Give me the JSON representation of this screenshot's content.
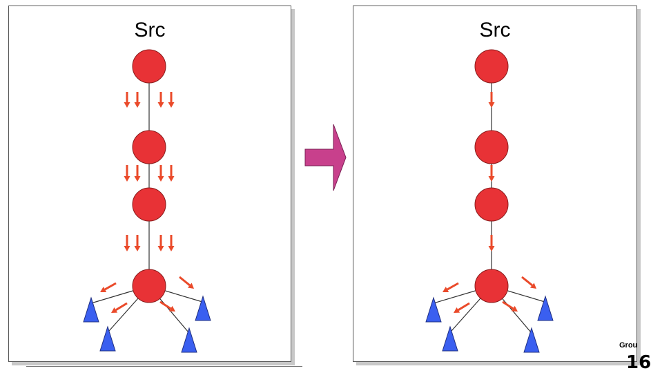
{
  "left_panel": {
    "label": "Src"
  },
  "right_panel": {
    "label": "Src"
  },
  "footer": {
    "group_text": "Grou",
    "page_text": "16"
  },
  "colors": {
    "node_fill": "#e83236",
    "node_stroke": "#8a1c1c",
    "receiver_fill": "#3a5ff0",
    "flow_arrow": "#ea4a2a",
    "transition_arrow": "#c8408c"
  },
  "icons": {
    "transition": "right-arrow-icon",
    "flow": "down-arrow-icon",
    "receiver": "triangle-icon"
  }
}
